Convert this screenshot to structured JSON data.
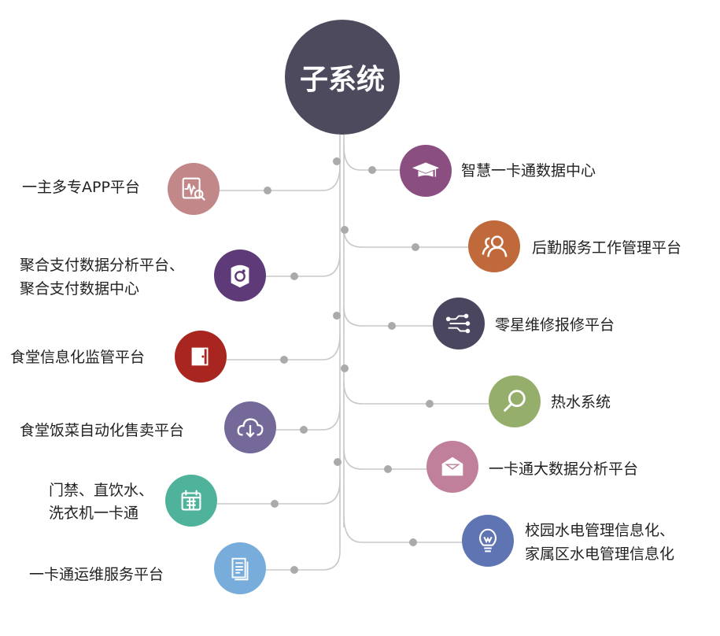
{
  "root": {
    "label": "子系统",
    "color": "#4e4a5e"
  },
  "left": [
    {
      "label": "一主多专APP平台",
      "icon": "monitor-search-icon",
      "color": "#c28789"
    },
    {
      "label1": "聚合支付数据分析平台、",
      "label2": "聚合支付数据中心",
      "icon": "pay-shield-icon",
      "color": "#5e3a78"
    },
    {
      "label": "食堂信息化监管平台",
      "icon": "door-icon",
      "color": "#a8261f"
    },
    {
      "label": "食堂饭菜自动化售卖平台",
      "icon": "cloud-download-icon",
      "color": "#75699a"
    },
    {
      "label1": "门禁、直饮水、",
      "label2": "洗衣机一卡通",
      "icon": "calendar-icon",
      "color": "#4fb39b"
    },
    {
      "label": "一卡通运维服务平台",
      "icon": "document-icon",
      "color": "#78addb"
    }
  ],
  "right": [
    {
      "label": "智慧一卡通数据中心",
      "icon": "graduation-cap-icon",
      "color": "#8a4f80"
    },
    {
      "label": "后勤服务工作管理平台",
      "icon": "users-icon",
      "color": "#c0693a"
    },
    {
      "label": "零星维修报修平台",
      "icon": "circuit-icon",
      "color": "#4a4660"
    },
    {
      "label": "热水系统",
      "icon": "magnifier-icon",
      "color": "#95ae6b"
    },
    {
      "label": "一卡通大数据分析平台",
      "icon": "envelope-icon",
      "color": "#c07f9b"
    },
    {
      "label1": "校园水电管理信息化、",
      "label2": "家属区水电管理信息化",
      "icon": "lightbulb-icon",
      "color": "#5f74b2"
    }
  ]
}
